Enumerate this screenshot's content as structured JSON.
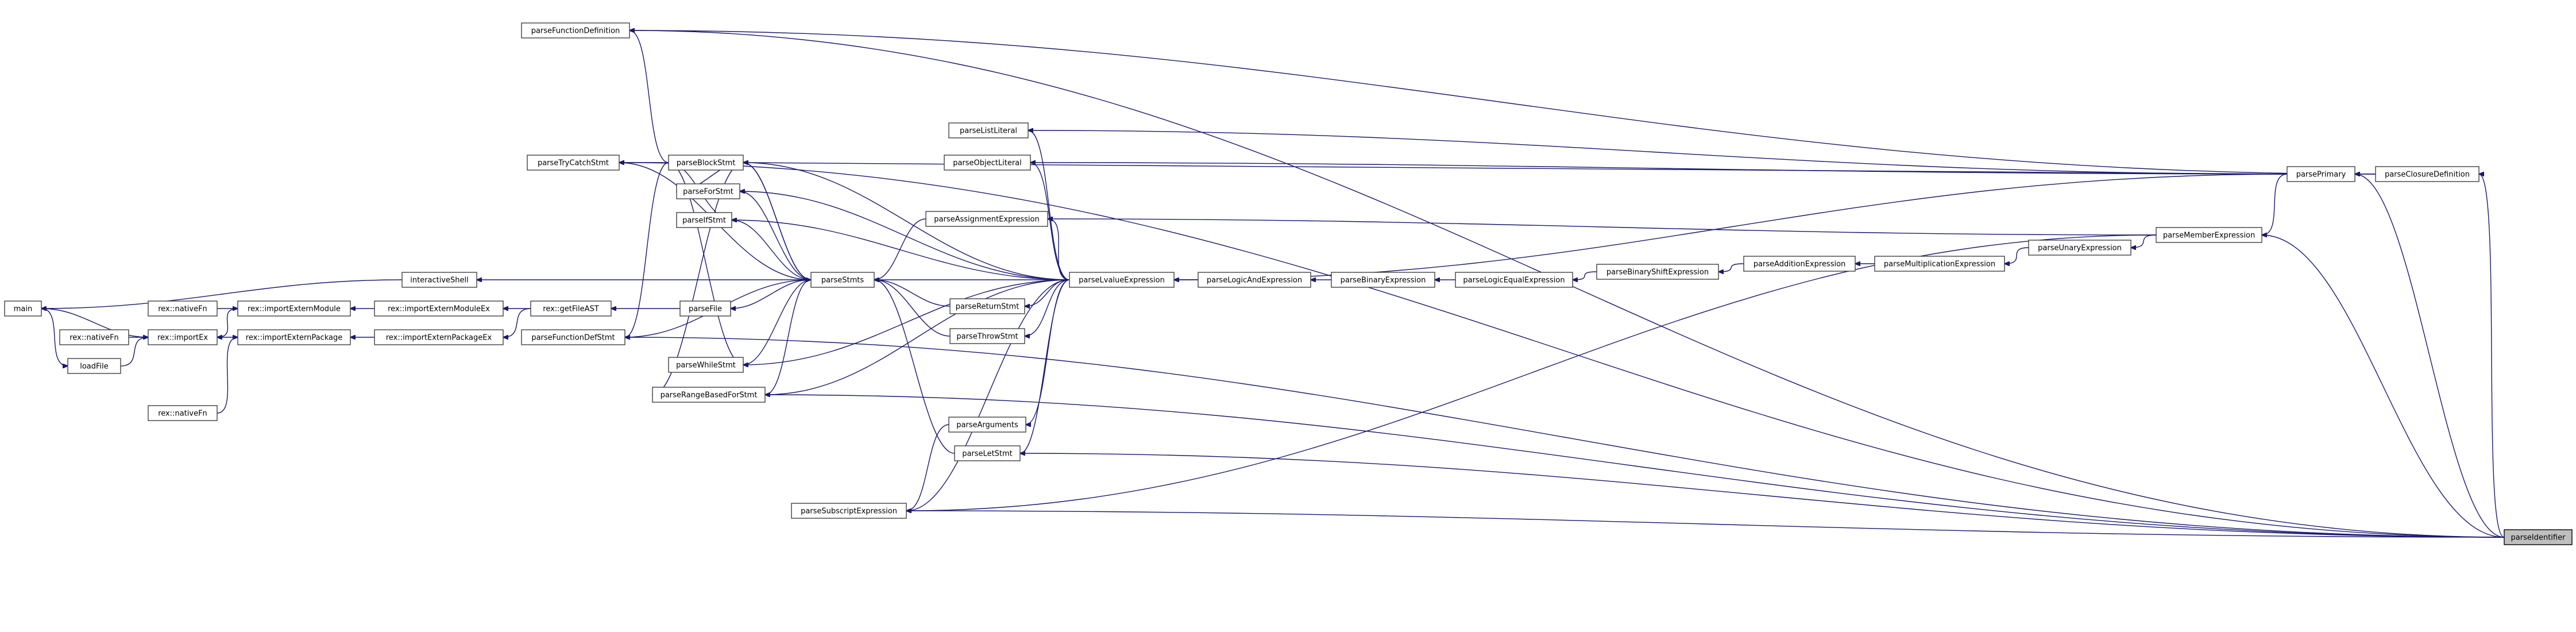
{
  "diagram": {
    "type": "call-graph",
    "colors": {
      "edge": "#191970",
      "node_border": "#404040",
      "highlight_fill": "#bfbfbf",
      "background": "#ffffff"
    },
    "nodes": [
      {
        "id": "main",
        "label": "main"
      },
      {
        "id": "rex_nativeFn_1",
        "label": "rex::nativeFn"
      },
      {
        "id": "rex_nativeFn_2",
        "label": "rex::nativeFn"
      },
      {
        "id": "rex_nativeFn_3",
        "label": "rex::nativeFn"
      },
      {
        "id": "loadFile",
        "label": "loadFile"
      },
      {
        "id": "rex_importEx",
        "label": "rex::importEx"
      },
      {
        "id": "rex_importExternModule",
        "label": "rex::importExternModule"
      },
      {
        "id": "rex_importExternPackage",
        "label": "rex::importExternPackage"
      },
      {
        "id": "rex_importExternModuleEx",
        "label": "rex::importExternModuleEx"
      },
      {
        "id": "rex_importExternPackageEx",
        "label": "rex::importExternPackageEx"
      },
      {
        "id": "interactiveShell",
        "label": "interactiveShell"
      },
      {
        "id": "rex_getFileAST",
        "label": "rex::getFileAST"
      },
      {
        "id": "parseFunctionDefinition",
        "label": "parseFunctionDefinition"
      },
      {
        "id": "parseTryCatchStmt",
        "label": "parseTryCatchStmt"
      },
      {
        "id": "parseFunctionDefStmt",
        "label": "parseFunctionDefStmt"
      },
      {
        "id": "parseFile",
        "label": "parseFile"
      },
      {
        "id": "parseBlockStmt",
        "label": "parseBlockStmt"
      },
      {
        "id": "parseForStmt",
        "label": "parseForStmt"
      },
      {
        "id": "parseIfStmt",
        "label": "parseIfStmt"
      },
      {
        "id": "parseWhileStmt",
        "label": "parseWhileStmt"
      },
      {
        "id": "parseRangeBasedForStmt",
        "label": "parseRangeBasedForStmt"
      },
      {
        "id": "parseStmts",
        "label": "parseStmts"
      },
      {
        "id": "parseSubscriptExpression",
        "label": "parseSubscriptExpression"
      },
      {
        "id": "parseListLiteral",
        "label": "parseListLiteral"
      },
      {
        "id": "parseObjectLiteral",
        "label": "parseObjectLiteral"
      },
      {
        "id": "parseAssignmentExpression",
        "label": "parseAssignmentExpression"
      },
      {
        "id": "parseReturnStmt",
        "label": "parseReturnStmt"
      },
      {
        "id": "parseThrowStmt",
        "label": "parseThrowStmt"
      },
      {
        "id": "parseArguments",
        "label": "parseArguments"
      },
      {
        "id": "parseLetStmt",
        "label": "parseLetStmt"
      },
      {
        "id": "parseLvalueExpression",
        "label": "parseLvalueExpression"
      },
      {
        "id": "parseLogicAndExpression",
        "label": "parseLogicAndExpression"
      },
      {
        "id": "parseBinaryExpression",
        "label": "parseBinaryExpression"
      },
      {
        "id": "parseLogicEqualExpression",
        "label": "parseLogicEqualExpression"
      },
      {
        "id": "parseBinaryShiftExpression",
        "label": "parseBinaryShiftExpression"
      },
      {
        "id": "parseAdditionExpression",
        "label": "parseAdditionExpression"
      },
      {
        "id": "parseMultiplicationExpression",
        "label": "parseMultiplicationExpression"
      },
      {
        "id": "parseUnaryExpression",
        "label": "parseUnaryExpression"
      },
      {
        "id": "parseMemberExpression",
        "label": "parseMemberExpression"
      },
      {
        "id": "parsePrimary",
        "label": "parsePrimary"
      },
      {
        "id": "parseClosureDefinition",
        "label": "parseClosureDefinition"
      },
      {
        "id": "parseIdentifier",
        "label": "parseIdentifier",
        "highlighted": true
      }
    ],
    "edges": [
      [
        "rex_nativeFn_1",
        "rex_importExternModule"
      ],
      [
        "rex_nativeFn_2",
        "rex_importEx"
      ],
      [
        "rex_nativeFn_3",
        "rex_importExternPackage"
      ],
      [
        "loadFile",
        "rex_importEx"
      ],
      [
        "main",
        "loadFile"
      ],
      [
        "rex_importEx",
        "main"
      ],
      [
        "rex_importExternModule",
        "rex_importEx"
      ],
      [
        "rex_importExternPackage",
        "rex_importEx"
      ],
      [
        "rex_importExternModuleEx",
        "rex_importExternModule"
      ],
      [
        "rex_importExternPackageEx",
        "rex_importExternPackage"
      ],
      [
        "rex_getFileAST",
        "rex_importExternModuleEx"
      ],
      [
        "rex_getFileAST",
        "rex_importExternPackageEx"
      ],
      [
        "interactiveShell",
        "main"
      ],
      [
        "parseFile",
        "rex_getFileAST"
      ],
      [
        "parseStmts",
        "interactiveShell"
      ],
      [
        "parseStmts",
        "parseFile"
      ],
      [
        "parseStmts",
        "parseBlockStmt"
      ],
      [
        "parseStmts",
        "parseTryCatchStmt"
      ],
      [
        "parseStmts",
        "parseForStmt"
      ],
      [
        "parseStmts",
        "parseIfStmt"
      ],
      [
        "parseStmts",
        "parseWhileStmt"
      ],
      [
        "parseStmts",
        "parseRangeBasedForStmt"
      ],
      [
        "parseStmts",
        "parseFunctionDefStmt"
      ],
      [
        "parseBlockStmt",
        "parseStmts"
      ],
      [
        "parseBlockStmt",
        "parseTryCatchStmt"
      ],
      [
        "parseBlockStmt",
        "parseFunctionDefinition"
      ],
      [
        "parseBlockStmt",
        "parseForStmt"
      ],
      [
        "parseBlockStmt",
        "parseIfStmt"
      ],
      [
        "parseBlockStmt",
        "parseWhileStmt"
      ],
      [
        "parseBlockStmt",
        "parseRangeBasedForStmt"
      ],
      [
        "parseBlockStmt",
        "parseFunctionDefStmt"
      ],
      [
        "parseAssignmentExpression",
        "parseStmts"
      ],
      [
        "parseReturnStmt",
        "parseStmts"
      ],
      [
        "parseThrowStmt",
        "parseStmts"
      ],
      [
        "parseLetStmt",
        "parseStmts"
      ],
      [
        "parseArguments",
        "parseSubscriptExpression"
      ],
      [
        "parseLvalueExpression",
        "parseListLiteral"
      ],
      [
        "parseLvalueExpression",
        "parseObjectLiteral"
      ],
      [
        "parseLvalueExpression",
        "parseAssignmentExpression"
      ],
      [
        "parseLvalueExpression",
        "parseStmts"
      ],
      [
        "parseLvalueExpression",
        "parseReturnStmt"
      ],
      [
        "parseLvalueExpression",
        "parseThrowStmt"
      ],
      [
        "parseLvalueExpression",
        "parseIfStmt"
      ],
      [
        "parseLvalueExpression",
        "parseForStmt"
      ],
      [
        "parseLvalueExpression",
        "parseBlockStmt"
      ],
      [
        "parseLvalueExpression",
        "parseWhileStmt"
      ],
      [
        "parseLvalueExpression",
        "parseRangeBasedForStmt"
      ],
      [
        "parseLvalueExpression",
        "parseArguments"
      ],
      [
        "parseLvalueExpression",
        "parseLetStmt"
      ],
      [
        "parseLvalueExpression",
        "parseSubscriptExpression"
      ],
      [
        "parseLogicAndExpression",
        "parseLvalueExpression"
      ],
      [
        "parseBinaryExpression",
        "parseLogicAndExpression"
      ],
      [
        "parseLogicEqualExpression",
        "parseBinaryExpression"
      ],
      [
        "parseBinaryShiftExpression",
        "parseLogicEqualExpression"
      ],
      [
        "parseAdditionExpression",
        "parseBinaryShiftExpression"
      ],
      [
        "parseMultiplicationExpression",
        "parseAdditionExpression"
      ],
      [
        "parseUnaryExpression",
        "parseMultiplicationExpression"
      ],
      [
        "parseMemberExpression",
        "parseUnaryExpression"
      ],
      [
        "parseMemberExpression",
        "parseAssignmentExpression"
      ],
      [
        "parseMemberExpression",
        "parseSubscriptExpression"
      ],
      [
        "parsePrimary",
        "parseMemberExpression"
      ],
      [
        "parsePrimary",
        "parseListLiteral"
      ],
      [
        "parsePrimary",
        "parseObjectLiteral"
      ],
      [
        "parsePrimary",
        "parseLvalueExpression"
      ],
      [
        "parsePrimary",
        "parseBlockStmt"
      ],
      [
        "parseClosureDefinition",
        "parsePrimary"
      ],
      [
        "parseClosureDefinition",
        "parseFunctionDefinition"
      ],
      [
        "parseIdentifier",
        "parseFunctionDefinition"
      ],
      [
        "parseIdentifier",
        "parseTryCatchStmt"
      ],
      [
        "parseIdentifier",
        "parseClosureDefinition"
      ],
      [
        "parseIdentifier",
        "parsePrimary"
      ],
      [
        "parseIdentifier",
        "parseMemberExpression"
      ],
      [
        "parseIdentifier",
        "parseSubscriptExpression"
      ],
      [
        "parseIdentifier",
        "parseLetStmt"
      ],
      [
        "parseIdentifier",
        "parseRangeBasedForStmt"
      ],
      [
        "parseIdentifier",
        "parseFunctionDefStmt"
      ]
    ]
  }
}
